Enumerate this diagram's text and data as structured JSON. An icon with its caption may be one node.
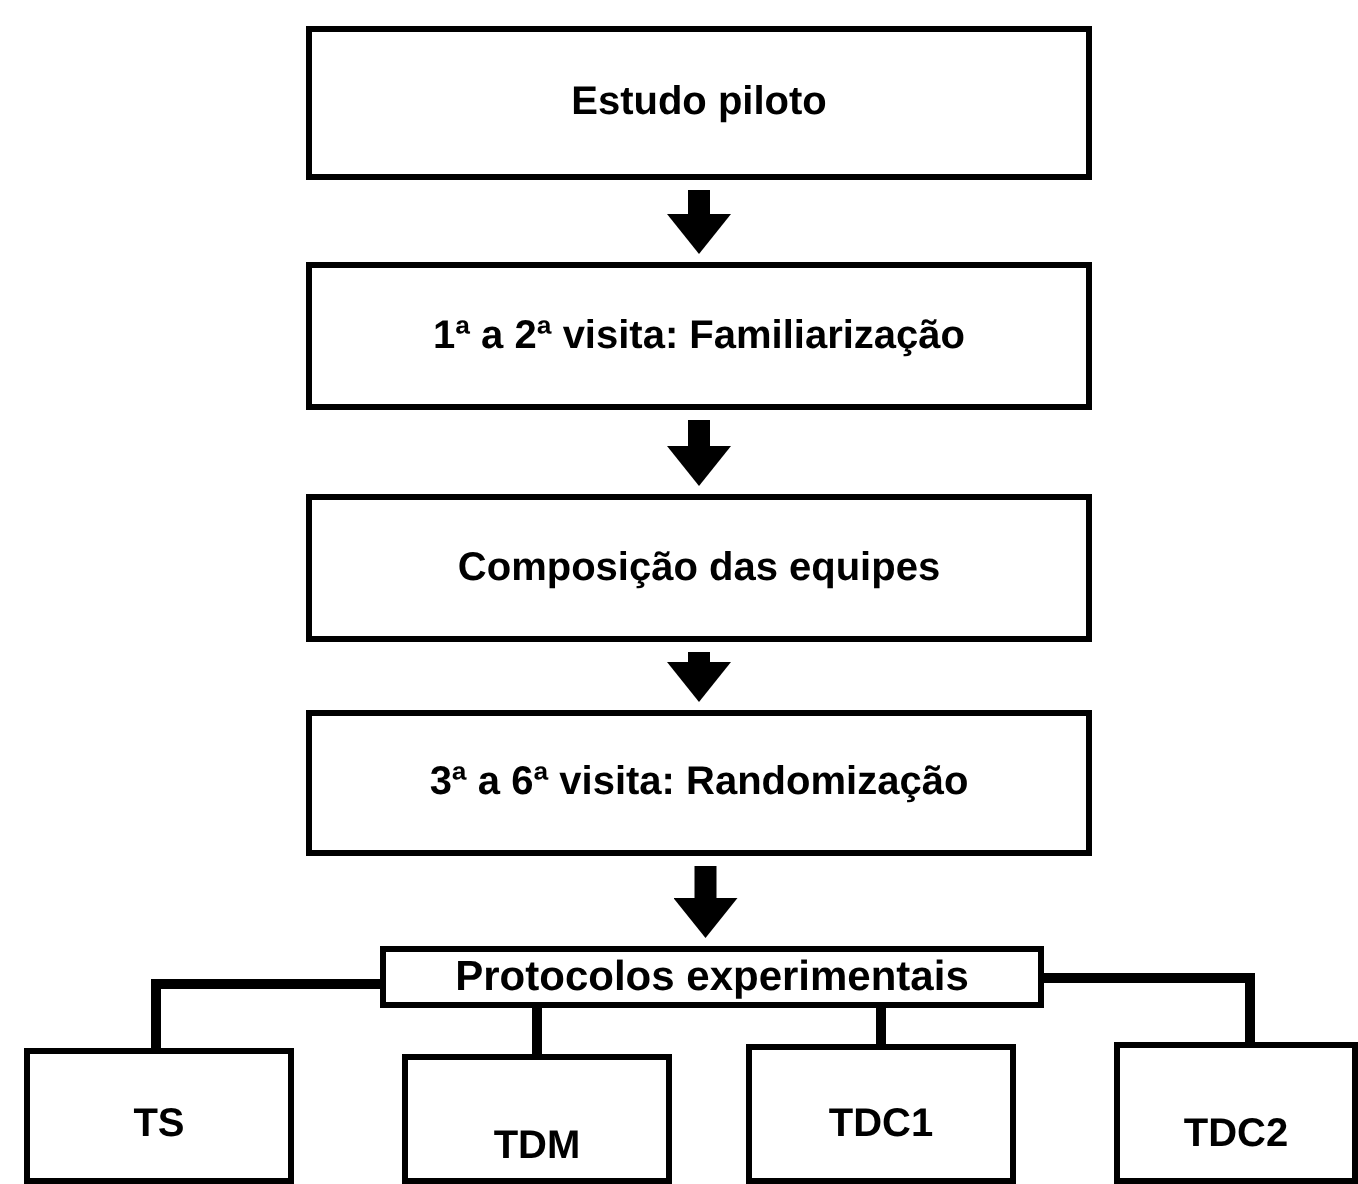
{
  "diagram": {
    "nodes": [
      {
        "text": [
          "Estudo piloto"
        ]
      },
      {
        "text": [
          "1ª a 2ª visita: Familiarização"
        ]
      },
      {
        "text": [
          "Composição das equipes"
        ]
      },
      {
        "text": [
          "3ª a 6ª visita: Randomização"
        ]
      },
      {
        "text": [
          "Protocolos experimentais"
        ]
      },
      {
        "text": [
          "TS"
        ]
      },
      {
        "text": [
          "TDM"
        ]
      },
      {
        "text": [
          "TDC1"
        ]
      },
      {
        "text": [
          "TDC2"
        ]
      }
    ],
    "edges": [
      {
        "from": 0,
        "to": 1,
        "arrow": "to",
        "style": "thick"
      },
      {
        "from": 1,
        "to": 2,
        "arrow": "to",
        "style": "thick"
      },
      {
        "from": 2,
        "to": 3,
        "arrow": "to",
        "style": "thick"
      },
      {
        "from": 3,
        "to": 4,
        "arrow": "to",
        "style": "thick"
      },
      {
        "from": 4,
        "to": 5,
        "arrow": "none"
      },
      {
        "from": 4,
        "to": 6,
        "arrow": "none"
      },
      {
        "from": 4,
        "to": 7,
        "arrow": "none"
      },
      {
        "from": 4,
        "to": 8,
        "arrow": "none"
      }
    ]
  }
}
